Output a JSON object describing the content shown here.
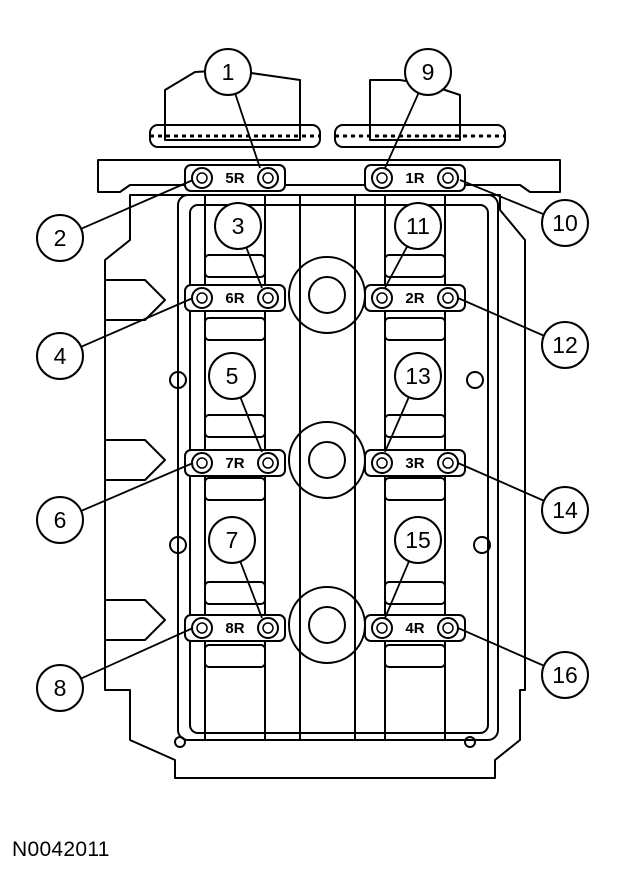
{
  "figure_id": "N0042011",
  "cap_labels": [
    "5R",
    "1R",
    "6R",
    "2R",
    "7R",
    "3R",
    "8R",
    "4R"
  ],
  "callouts": [
    "1",
    "2",
    "3",
    "4",
    "5",
    "6",
    "7",
    "8",
    "9",
    "10",
    "11",
    "12",
    "13",
    "14",
    "15",
    "16"
  ],
  "colors": {
    "line": "#000000",
    "background": "#ffffff"
  }
}
